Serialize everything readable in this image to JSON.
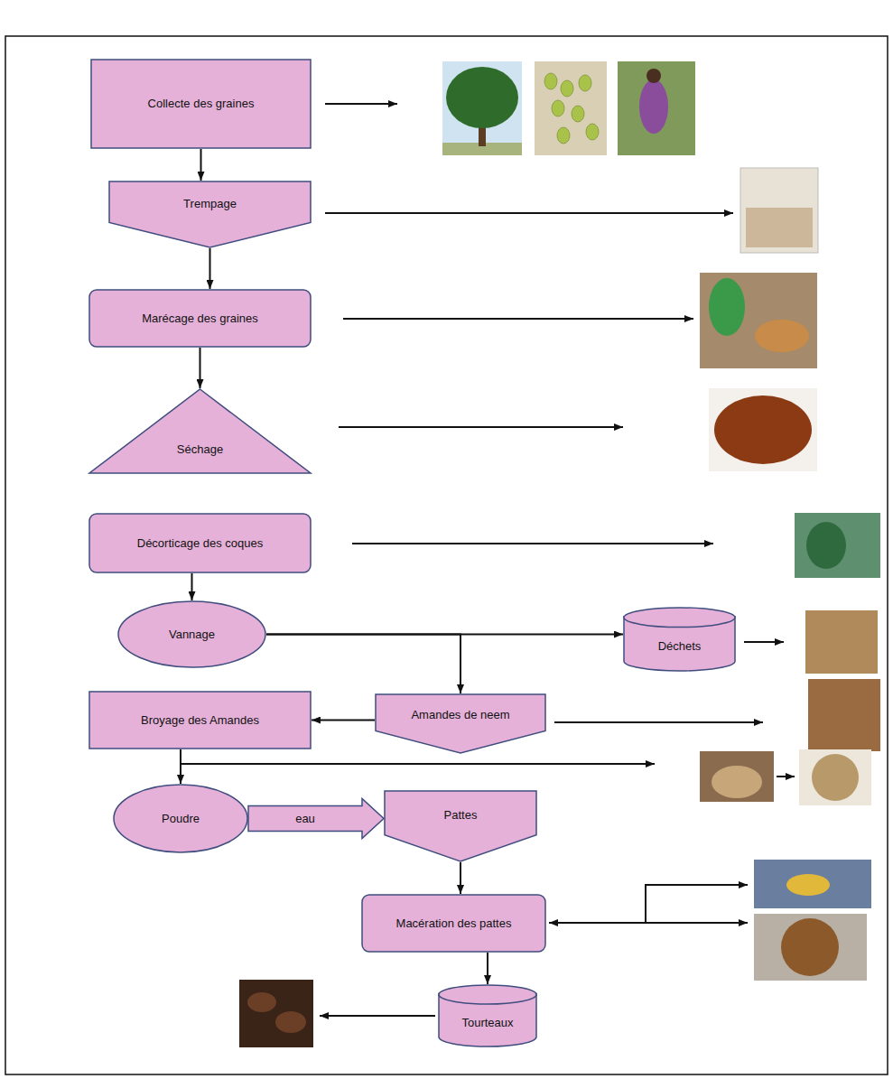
{
  "diagram": {
    "nodes": [
      {
        "text": [
          "Collecte des graines"
        ]
      },
      {
        "text": [
          "Trempage"
        ]
      },
      {
        "text": [
          "Marécage des graines"
        ]
      },
      {
        "text": [
          "Séchage"
        ]
      },
      {
        "text": [
          "Décorticage des coques"
        ]
      },
      {
        "text": [
          "Vannage"
        ]
      },
      {
        "text": [
          "Déchets"
        ]
      },
      {
        "text": [
          "Broyage des Amandes"
        ]
      },
      {
        "text": [
          "Amandes de neem"
        ]
      },
      {
        "text": [
          "Poudre"
        ]
      },
      {
        "text": [
          "Pattes"
        ]
      },
      {
        "text": [
          "Macération des pattes"
        ]
      },
      {
        "text": [
          "Tourteaux"
        ]
      }
    ],
    "edges": [
      {
        "from": 0,
        "to": 1,
        "arrow": "to"
      },
      {
        "from": 1,
        "to": 2,
        "arrow": "to"
      },
      {
        "from": 2,
        "to": 3,
        "arrow": "to"
      },
      {
        "from": 4,
        "to": 5,
        "arrow": "to"
      },
      {
        "from": 5,
        "to": 6,
        "arrow": "to"
      },
      {
        "from": 5,
        "to": 8,
        "arrow": "to"
      },
      {
        "from": 8,
        "to": 7,
        "arrow": "to"
      },
      {
        "from": 7,
        "to": 9,
        "arrow": "to"
      },
      {
        "from": 9,
        "to": 10,
        "label": "eau",
        "arrow": "to"
      },
      {
        "from": 10,
        "to": 11,
        "arrow": "to"
      },
      {
        "from": 11,
        "to": 12,
        "arrow": "to"
      }
    ]
  }
}
